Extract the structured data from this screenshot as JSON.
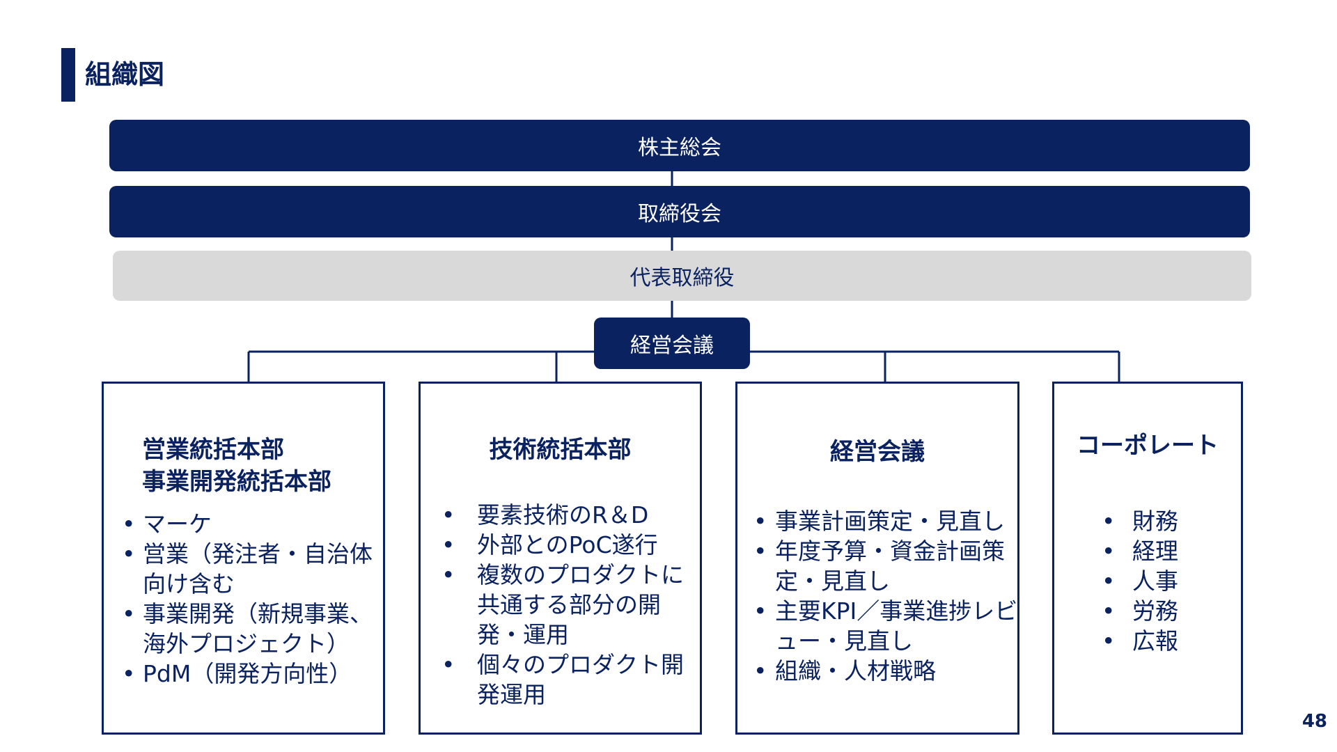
{
  "page_title": "組織図",
  "page_number": "48",
  "colors": {
    "navy": "#0b2260",
    "gray": "#d9d9d9",
    "white": "#ffffff"
  },
  "levels": {
    "shareholders": "株主総会",
    "board": "取締役会",
    "ceo": "代表取締役",
    "management_meeting": "経営会議"
  },
  "departments": [
    {
      "title_lines": [
        "営業統括本部",
        "事業開発統括本部"
      ],
      "items": [
        "マーケ",
        "営業（発注者・自治体向け含む",
        "事業開発（新規事業、海外プロジェクト）",
        "PdM（開発方向性）"
      ]
    },
    {
      "title_lines": [
        "技術統括本部"
      ],
      "items": [
        "要素技術のR＆D",
        "外部とのPoC遂行",
        "複数のプロダクトに共通する部分の開発・運用",
        "個々のプロダクト開発運用"
      ]
    },
    {
      "title_lines": [
        "経営会議"
      ],
      "items": [
        "事業計画策定・見直し",
        "年度予算・資金計画策定・見直し",
        "主要KPI／事業進捗レビュー・見直し",
        "組織・人材戦略"
      ]
    },
    {
      "title_lines": [
        "コーポレート"
      ],
      "items": [
        "財務",
        "経理",
        "人事",
        "労務",
        "広報"
      ]
    }
  ]
}
